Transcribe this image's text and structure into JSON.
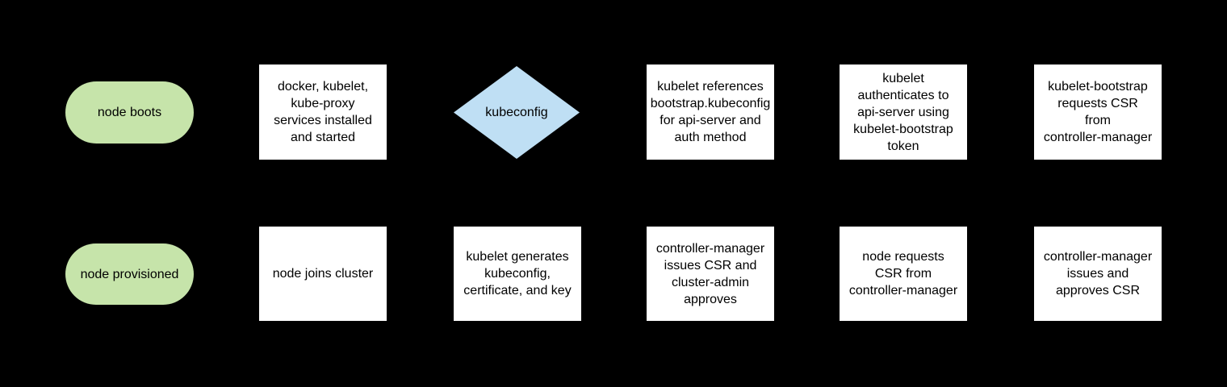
{
  "diagram": {
    "background_color": "#000000",
    "colors": {
      "terminal_fill": "#c6e4aa",
      "decision_fill": "#bfdff4",
      "process_fill": "#ffffff",
      "text": "#000000"
    },
    "rows": [
      {
        "name": "node-bootstrap-flow",
        "nodes": [
          {
            "id": "node-boots",
            "type": "terminal",
            "label": "node boots"
          },
          {
            "id": "services-installed",
            "type": "process",
            "label": "docker, kubelet,\nkube-proxy\nservices installed\nand started"
          },
          {
            "id": "kubeconfig",
            "type": "decision",
            "label": "kubeconfig"
          },
          {
            "id": "kubelet-references-bootstrap",
            "type": "process",
            "label": "kubelet references\nbootstrap.kubeconfig\nfor api-server and\nauth method"
          },
          {
            "id": "kubelet-authenticates",
            "type": "process",
            "label": "kubelet\nauthenticates to\napi-server using\nkubelet-bootstrap\ntoken"
          },
          {
            "id": "kubelet-bootstrap-requests-csr",
            "type": "process",
            "label": "kubelet-bootstrap\nrequests CSR\nfrom\ncontroller-manager"
          }
        ]
      },
      {
        "name": "node-provision-flow",
        "nodes": [
          {
            "id": "node-provisioned",
            "type": "terminal",
            "label": "node provisioned"
          },
          {
            "id": "node-joins-cluster",
            "type": "process",
            "label": "node joins cluster"
          },
          {
            "id": "kubelet-generates",
            "type": "process",
            "label": "kubelet generates\nkubeconfig,\ncertificate, and key"
          },
          {
            "id": "cm-issues-csr-admin-approves",
            "type": "process",
            "label": "controller-manager\nissues CSR and\ncluster-admin\napproves"
          },
          {
            "id": "node-requests-csr",
            "type": "process",
            "label": "node requests\nCSR from\ncontroller-manager"
          },
          {
            "id": "cm-issues-and-approves-csr",
            "type": "process",
            "label": "controller-manager\nissues and\napproves CSR"
          }
        ]
      }
    ]
  }
}
